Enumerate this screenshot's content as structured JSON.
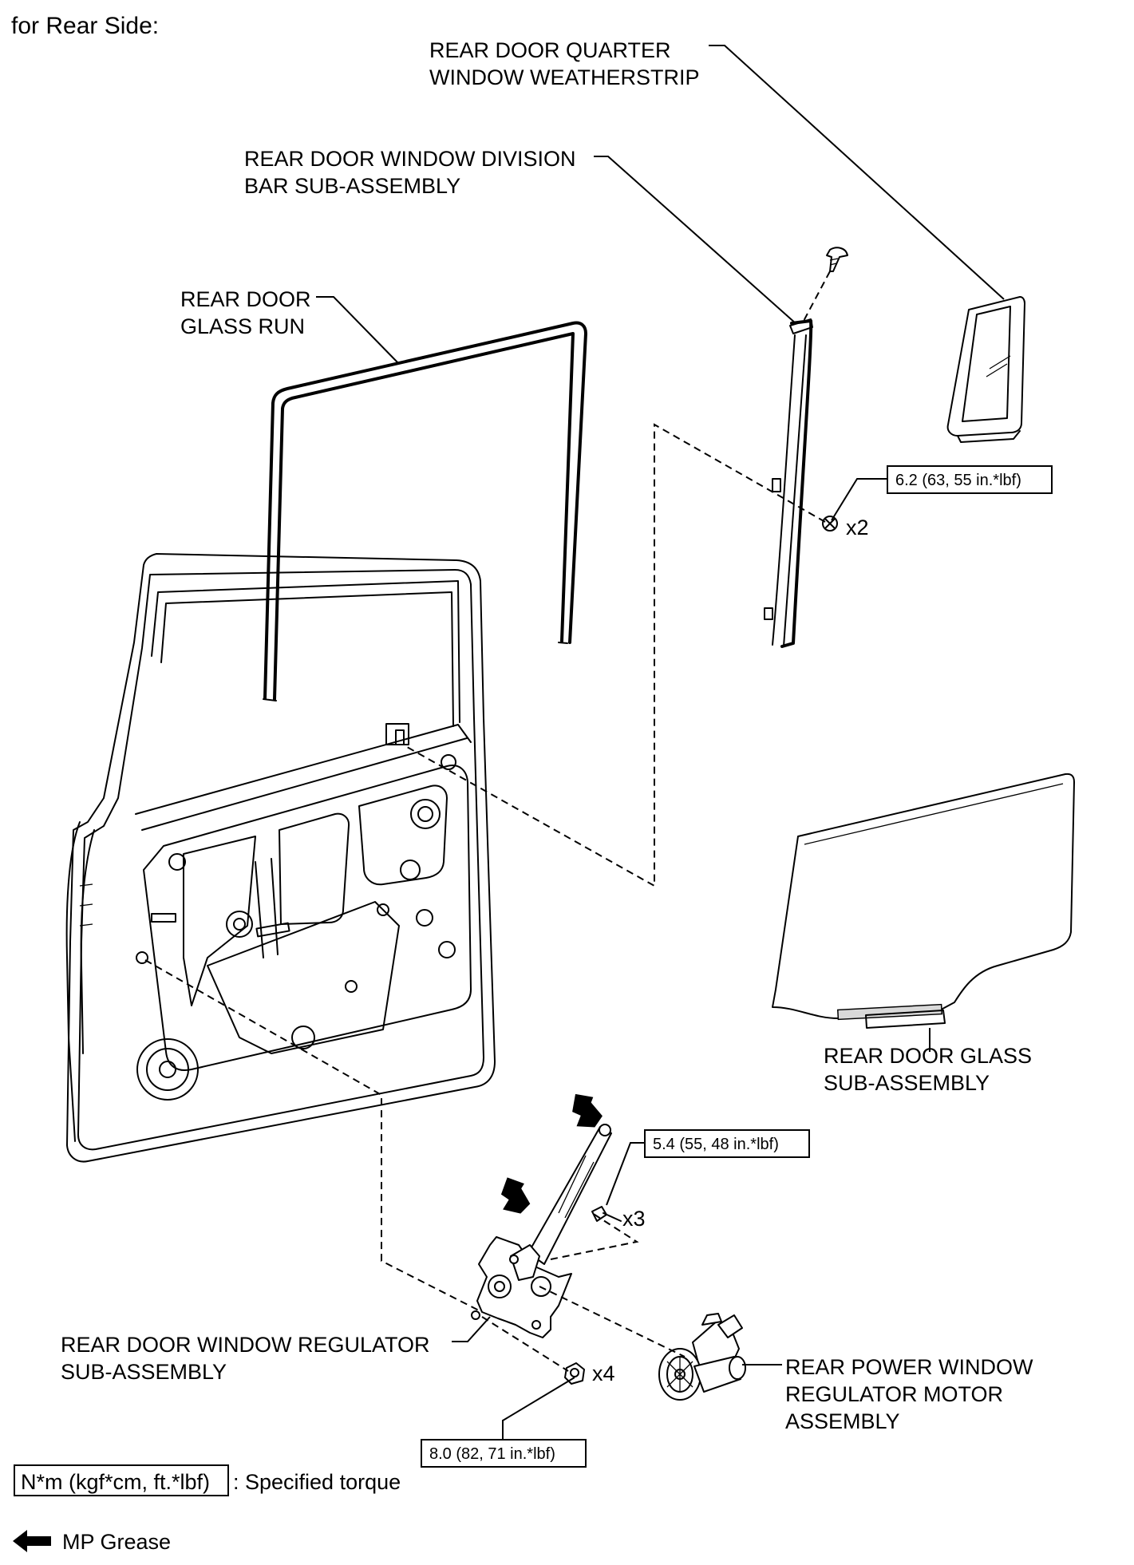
{
  "header": {
    "title": "for Rear Side:"
  },
  "labels": {
    "quarter_weatherstrip": [
      "REAR DOOR QUARTER",
      "WINDOW WEATHERSTRIP"
    ],
    "division_bar": [
      "REAR DOOR WINDOW DIVISION",
      "BAR SUB-ASSEMBLY"
    ],
    "glass_run": [
      "REAR DOOR",
      "GLASS RUN"
    ],
    "glass": [
      "REAR DOOR GLASS",
      "SUB-ASSEMBLY"
    ],
    "regulator": [
      "REAR DOOR WINDOW REGULATOR",
      "SUB-ASSEMBLY"
    ],
    "motor": [
      "REAR POWER WINDOW",
      "REGULATOR MOTOR",
      "ASSEMBLY"
    ]
  },
  "torques": {
    "division_bar_bolts": "6.2 (63, 55 in.*lbf)",
    "regulator_bolts": "5.4 (55, 48 in.*lbf)",
    "motor_bolts": "8.0 (82, 71 in.*lbf)"
  },
  "quantities": {
    "division_bar_bolts": "x2",
    "regulator_bolts": "x3",
    "motor_bolts": "x4"
  },
  "legend": {
    "torque_unit": "N*m (kgf*cm, ft.*lbf)",
    "torque_desc": ": Specified torque",
    "grease": "MP Grease"
  },
  "icons": {
    "grease_marker": "black-arrow-icon"
  }
}
